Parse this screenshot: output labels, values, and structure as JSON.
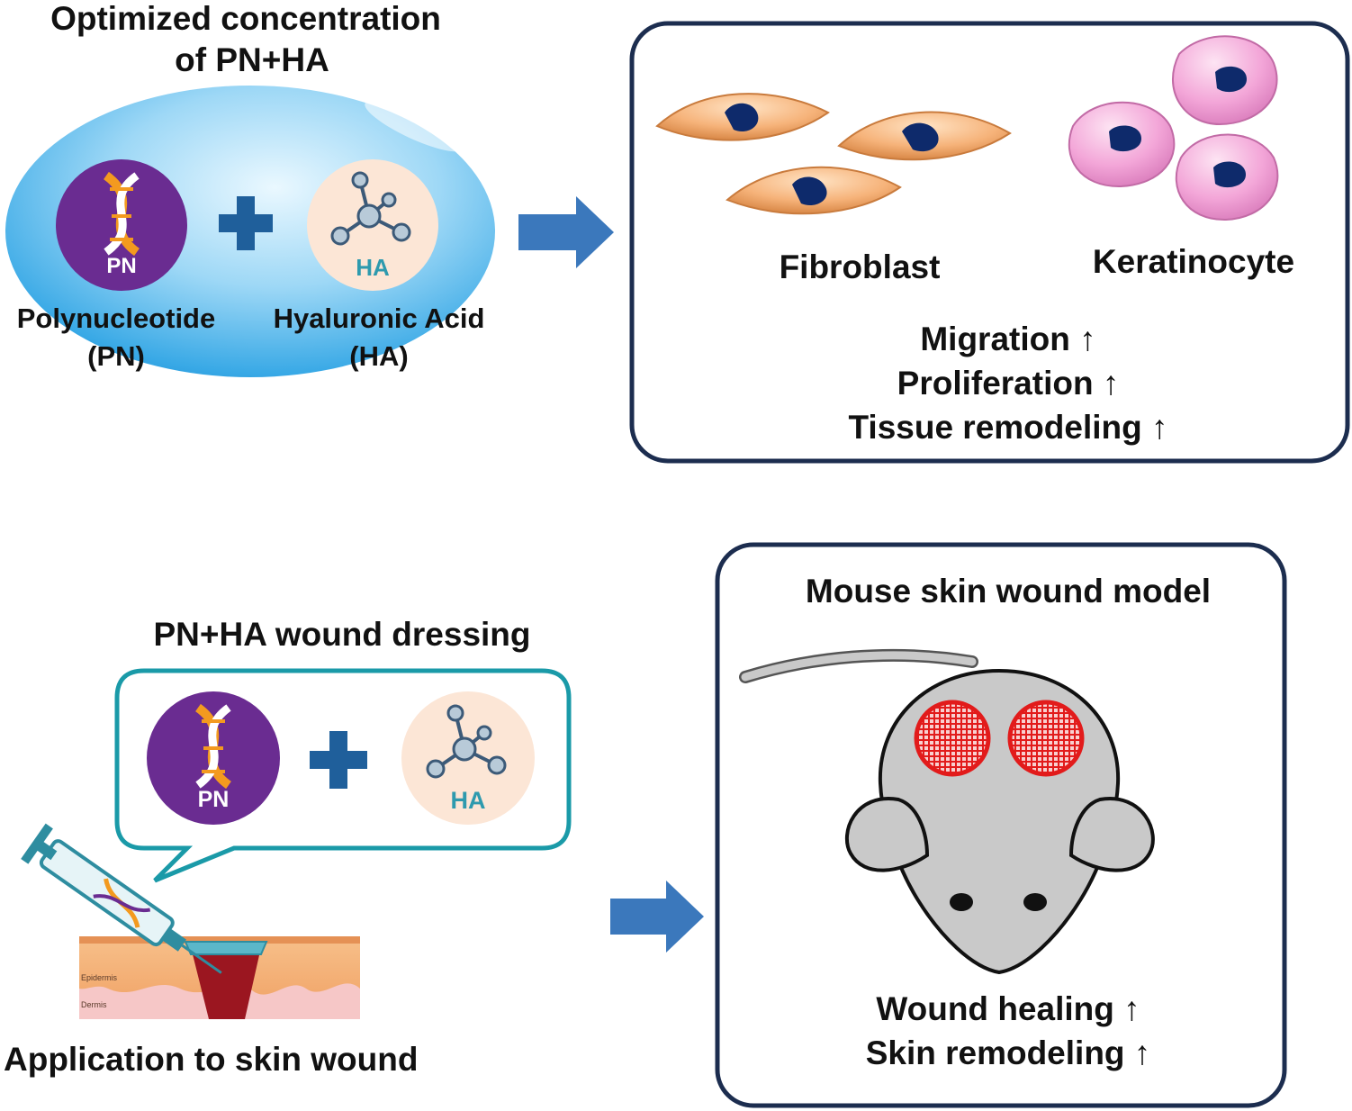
{
  "top_left": {
    "title_line1": "Optimized concentration",
    "title_line2": "of PN+HA",
    "pn_badge": "PN",
    "ha_badge": "HA",
    "pn_name_line1": "Polynucleotide",
    "pn_name_line2": "(PN)",
    "ha_name_line1": "Hyaluronic Acid",
    "ha_name_line2": "(HA)"
  },
  "cells_panel": {
    "fibroblast_label": "Fibroblast",
    "keratinocyte_label": "Keratinocyte",
    "effects": [
      "Migration ↑",
      "Proliferation ↑",
      "Tissue remodeling ↑"
    ]
  },
  "dressing": {
    "title": "PN+HA wound dressing",
    "pn_badge": "PN",
    "ha_badge": "HA",
    "skin_layers": [
      "Epidermis",
      "Dermis"
    ],
    "caption": "Application to skin wound"
  },
  "mouse_panel": {
    "title": "Mouse skin wound model",
    "effects": [
      "Wound healing ↑",
      "Skin remodeling ↑"
    ]
  },
  "colors": {
    "arrow": "#3B78BC",
    "panel_border": "#1C2D4F",
    "bubble_border": "#1A9AA8",
    "pn_circle": "#6A2C91",
    "ha_circle": "#FCE6D6",
    "ha_text": "#2E9AAE",
    "plus": "#1F5F9B",
    "wound_ring": "#E21B1B",
    "mouse_body": "#C9C9C9"
  }
}
